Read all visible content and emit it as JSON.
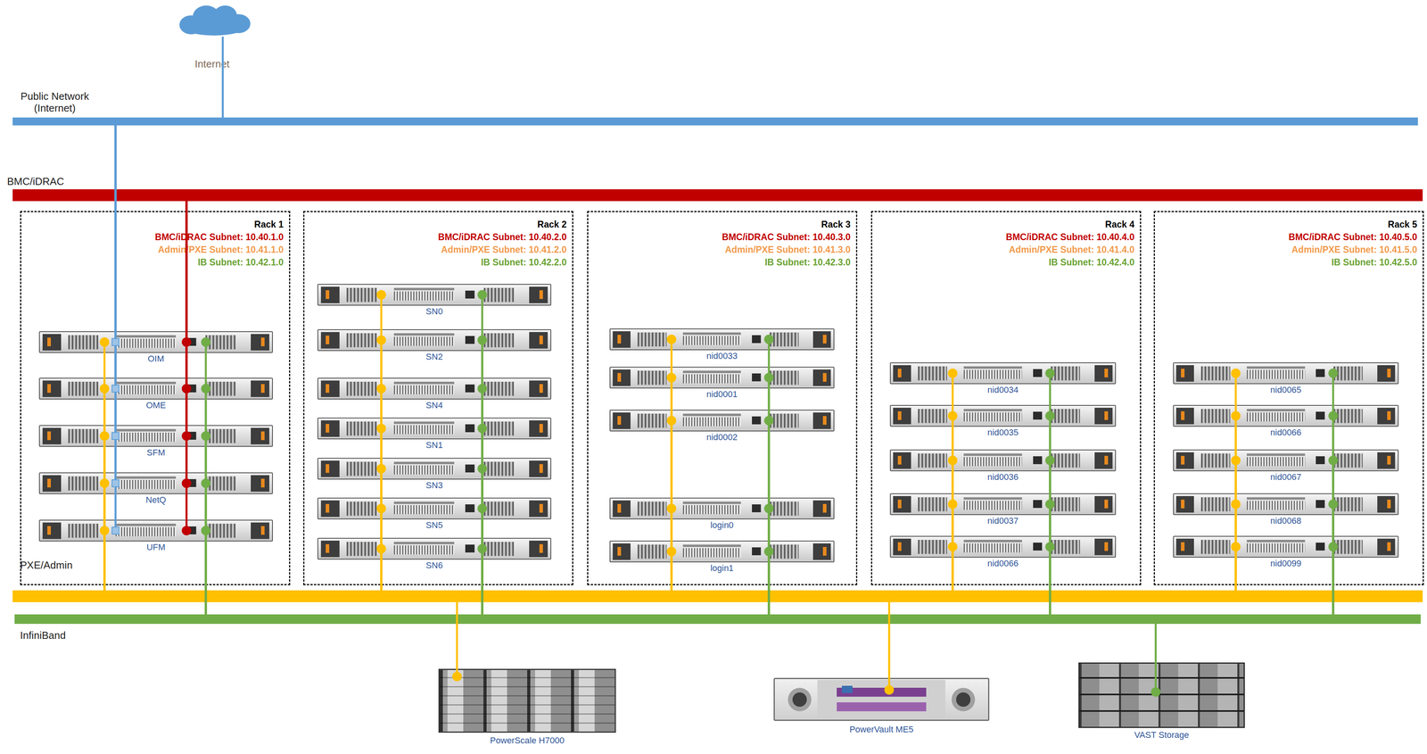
{
  "diagram": {
    "nodes": [
      {
        "text": [
          "Internet"
        ]
      },
      {
        "text": [
          "Public Network (Internet)"
        ]
      },
      {
        "text": [
          "BMC/iDRAC"
        ]
      },
      {
        "text": [
          "Rack 1",
          "BMC/iDRAC Subnet: 10.40.1.0",
          "Admin/PXE Subnet: 10.41.1.0",
          "IB Subnet: 10.42.1.0"
        ]
      },
      {
        "text": [
          "OIM"
        ],
        "in": 3
      },
      {
        "text": [
          "OME"
        ],
        "in": 3
      },
      {
        "text": [
          "SFM"
        ],
        "in": 3
      },
      {
        "text": [
          "NetQ"
        ],
        "in": 3
      },
      {
        "text": [
          "UFM"
        ],
        "in": 3
      },
      {
        "text": [
          "Rack 2",
          "BMC/iDRAC Subnet: 10.40.2.0",
          "Admin/PXE Subnet: 10.41.2.0",
          "IB Subnet: 10.42.2.0"
        ]
      },
      {
        "text": [
          "SN0"
        ],
        "in": 9
      },
      {
        "text": [
          "SN2"
        ],
        "in": 9
      },
      {
        "text": [
          "SN4"
        ],
        "in": 9
      },
      {
        "text": [
          "SN1"
        ],
        "in": 9
      },
      {
        "text": [
          "SN3"
        ],
        "in": 9
      },
      {
        "text": [
          "SN5"
        ],
        "in": 9
      },
      {
        "text": [
          "SN6"
        ],
        "in": 9
      },
      {
        "text": [
          "Rack 3",
          "BMC/iDRAC Subnet: 10.40.3.0",
          "Admin/PXE Subnet: 10.41.3.0",
          "IB Subnet: 10.42.3.0"
        ]
      },
      {
        "text": [
          "nid0033"
        ],
        "in": 17
      },
      {
        "text": [
          "nid0001"
        ],
        "in": 17
      },
      {
        "text": [
          "nid0002"
        ],
        "in": 17
      },
      {
        "text": [
          "login0"
        ],
        "in": 17
      },
      {
        "text": [
          "login1"
        ],
        "in": 17
      },
      {
        "text": [
          "Rack 4",
          "BMC/iDRAC Subnet: 10.40.4.0",
          "Admin/PXE Subnet: 10.41.4.0",
          "IB Subnet: 10.42.4.0"
        ]
      },
      {
        "text": [
          "nid0034"
        ],
        "in": 23
      },
      {
        "text": [
          "nid0035"
        ],
        "in": 23
      },
      {
        "text": [
          "nid0036"
        ],
        "in": 23
      },
      {
        "text": [
          "nid0037"
        ],
        "in": 23
      },
      {
        "text": [
          "nid0066"
        ],
        "in": 23
      },
      {
        "text": [
          "Rack 5",
          "BMC/iDRAC Subnet: 10.40.5.0",
          "Admin/PXE Subnet: 10.41.5.0",
          "IB Subnet: 10.42.5.0"
        ]
      },
      {
        "text": [
          "nid0065"
        ],
        "in": 29
      },
      {
        "text": [
          "nid0066"
        ],
        "in": 29
      },
      {
        "text": [
          "nid0067"
        ],
        "in": 29
      },
      {
        "text": [
          "nid0068"
        ],
        "in": 29
      },
      {
        "text": [
          "nid0099"
        ],
        "in": 29
      },
      {
        "text": [
          "PXE/Admin"
        ]
      },
      {
        "text": [
          "InfiniBand"
        ]
      },
      {
        "text": [
          "PowerScale H7000"
        ]
      },
      {
        "text": [
          "PowerVault ME5"
        ]
      },
      {
        "text": [
          "VAST Storage"
        ]
      }
    ],
    "edges": [
      {
        "from": 0,
        "to": 1,
        "arrow": "none"
      },
      {
        "from": 4,
        "to": 1,
        "arrow": "none"
      },
      {
        "from": 4,
        "to": 2,
        "arrow": "none"
      },
      {
        "from": 4,
        "to": 35,
        "arrow": "none"
      },
      {
        "from": 4,
        "to": 36,
        "arrow": "none"
      },
      {
        "from": 5,
        "to": 1,
        "arrow": "none"
      },
      {
        "from": 5,
        "to": 2,
        "arrow": "none"
      },
      {
        "from": 5,
        "to": 35,
        "arrow": "none"
      },
      {
        "from": 5,
        "to": 36,
        "arrow": "none"
      },
      {
        "from": 6,
        "to": 1,
        "arrow": "none"
      },
      {
        "from": 6,
        "to": 2,
        "arrow": "none"
      },
      {
        "from": 6,
        "to": 35,
        "arrow": "none"
      },
      {
        "from": 6,
        "to": 36,
        "arrow": "none"
      },
      {
        "from": 7,
        "to": 1,
        "arrow": "none"
      },
      {
        "from": 7,
        "to": 2,
        "arrow": "none"
      },
      {
        "from": 7,
        "to": 35,
        "arrow": "none"
      },
      {
        "from": 7,
        "to": 36,
        "arrow": "none"
      },
      {
        "from": 8,
        "to": 1,
        "arrow": "none"
      },
      {
        "from": 8,
        "to": 2,
        "arrow": "none"
      },
      {
        "from": 8,
        "to": 35,
        "arrow": "none"
      },
      {
        "from": 8,
        "to": 36,
        "arrow": "none"
      },
      {
        "from": 10,
        "to": 35,
        "arrow": "none"
      },
      {
        "from": 10,
        "to": 36,
        "arrow": "none"
      },
      {
        "from": 11,
        "to": 35,
        "arrow": "none"
      },
      {
        "from": 11,
        "to": 36,
        "arrow": "none"
      },
      {
        "from": 12,
        "to": 35,
        "arrow": "none"
      },
      {
        "from": 12,
        "to": 36,
        "arrow": "none"
      },
      {
        "from": 13,
        "to": 35,
        "arrow": "none"
      },
      {
        "from": 13,
        "to": 36,
        "arrow": "none"
      },
      {
        "from": 14,
        "to": 35,
        "arrow": "none"
      },
      {
        "from": 14,
        "to": 36,
        "arrow": "none"
      },
      {
        "from": 15,
        "to": 35,
        "arrow": "none"
      },
      {
        "from": 15,
        "to": 36,
        "arrow": "none"
      },
      {
        "from": 16,
        "to": 35,
        "arrow": "none"
      },
      {
        "from": 16,
        "to": 36,
        "arrow": "none"
      },
      {
        "from": 18,
        "to": 35,
        "arrow": "none"
      },
      {
        "from": 18,
        "to": 36,
        "arrow": "none"
      },
      {
        "from": 19,
        "to": 35,
        "arrow": "none"
      },
      {
        "from": 19,
        "to": 36,
        "arrow": "none"
      },
      {
        "from": 20,
        "to": 35,
        "arrow": "none"
      },
      {
        "from": 20,
        "to": 36,
        "arrow": "none"
      },
      {
        "from": 21,
        "to": 35,
        "arrow": "none"
      },
      {
        "from": 21,
        "to": 36,
        "arrow": "none"
      },
      {
        "from": 22,
        "to": 35,
        "arrow": "none"
      },
      {
        "from": 22,
        "to": 36,
        "arrow": "none"
      },
      {
        "from": 24,
        "to": 35,
        "arrow": "none"
      },
      {
        "from": 24,
        "to": 36,
        "arrow": "none"
      },
      {
        "from": 25,
        "to": 35,
        "arrow": "none"
      },
      {
        "from": 25,
        "to": 36,
        "arrow": "none"
      },
      {
        "from": 26,
        "to": 35,
        "arrow": "none"
      },
      {
        "from": 26,
        "to": 36,
        "arrow": "none"
      },
      {
        "from": 27,
        "to": 35,
        "arrow": "none"
      },
      {
        "from": 27,
        "to": 36,
        "arrow": "none"
      },
      {
        "from": 28,
        "to": 35,
        "arrow": "none"
      },
      {
        "from": 28,
        "to": 36,
        "arrow": "none"
      },
      {
        "from": 30,
        "to": 35,
        "arrow": "none"
      },
      {
        "from": 30,
        "to": 36,
        "arrow": "none"
      },
      {
        "from": 31,
        "to": 35,
        "arrow": "none"
      },
      {
        "from": 31,
        "to": 36,
        "arrow": "none"
      },
      {
        "from": 32,
        "to": 35,
        "arrow": "none"
      },
      {
        "from": 32,
        "to": 36,
        "arrow": "none"
      },
      {
        "from": 33,
        "to": 35,
        "arrow": "none"
      },
      {
        "from": 33,
        "to": 36,
        "arrow": "none"
      },
      {
        "from": 34,
        "to": 35,
        "arrow": "none"
      },
      {
        "from": 34,
        "to": 36,
        "arrow": "none"
      },
      {
        "from": 37,
        "to": 35,
        "arrow": "none"
      },
      {
        "from": 38,
        "to": 35,
        "arrow": "none"
      },
      {
        "from": 39,
        "to": 36,
        "arrow": "none"
      }
    ]
  }
}
